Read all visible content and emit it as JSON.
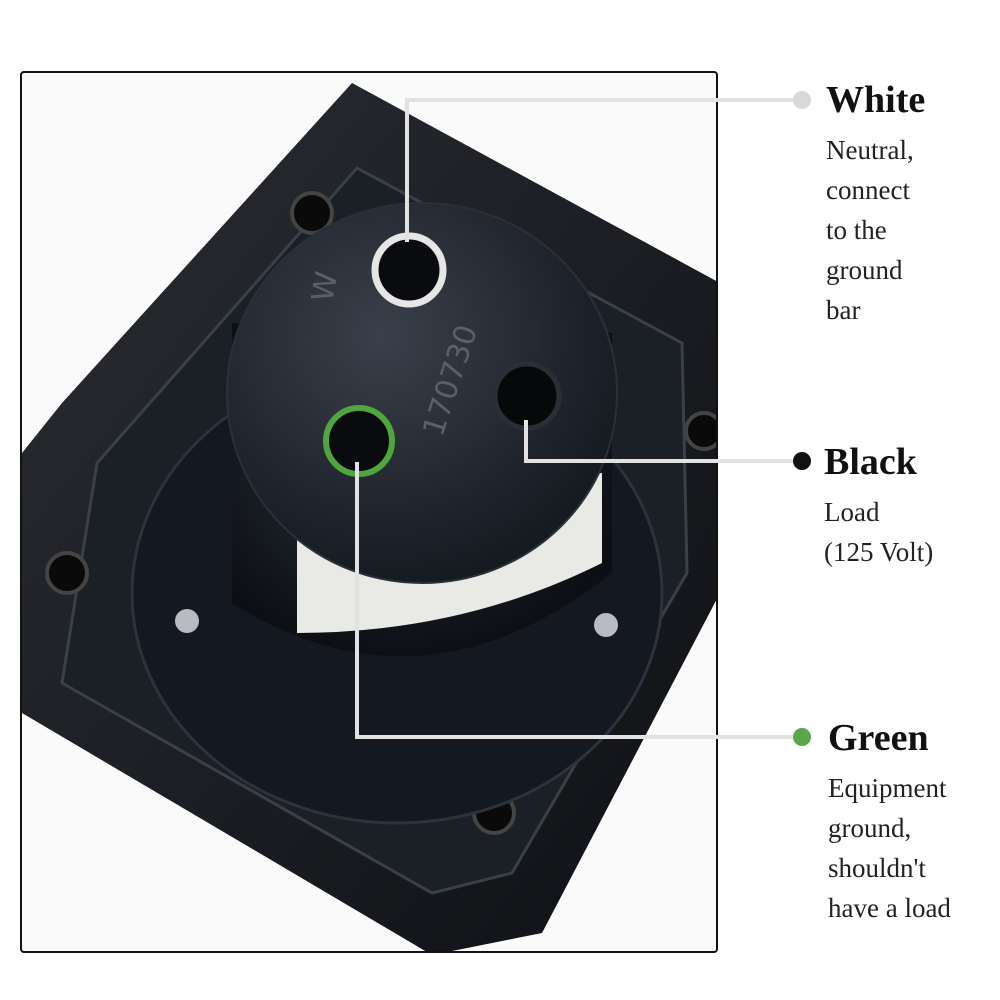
{
  "photo": {
    "receptacle_marks": {
      "w_letter": "W",
      "serial": "170730"
    }
  },
  "callouts": [
    {
      "title": "White",
      "desc": [
        "Neutral,",
        "connect",
        "to the",
        "ground",
        "bar"
      ],
      "dot_color": "#d9d9d9"
    },
    {
      "title": "Black",
      "desc": [
        "Load",
        "(125 Volt)"
      ],
      "dot_color": "#111111"
    },
    {
      "title": "Green",
      "desc": [
        "Equipment",
        "ground,",
        "shouldn't",
        "have a load"
      ],
      "dot_color": "#5aa64a"
    }
  ],
  "colors": {
    "leader_line": "#e2e2e2",
    "white_ring": "#e6e6e6",
    "green_ring": "#4fa63f"
  }
}
